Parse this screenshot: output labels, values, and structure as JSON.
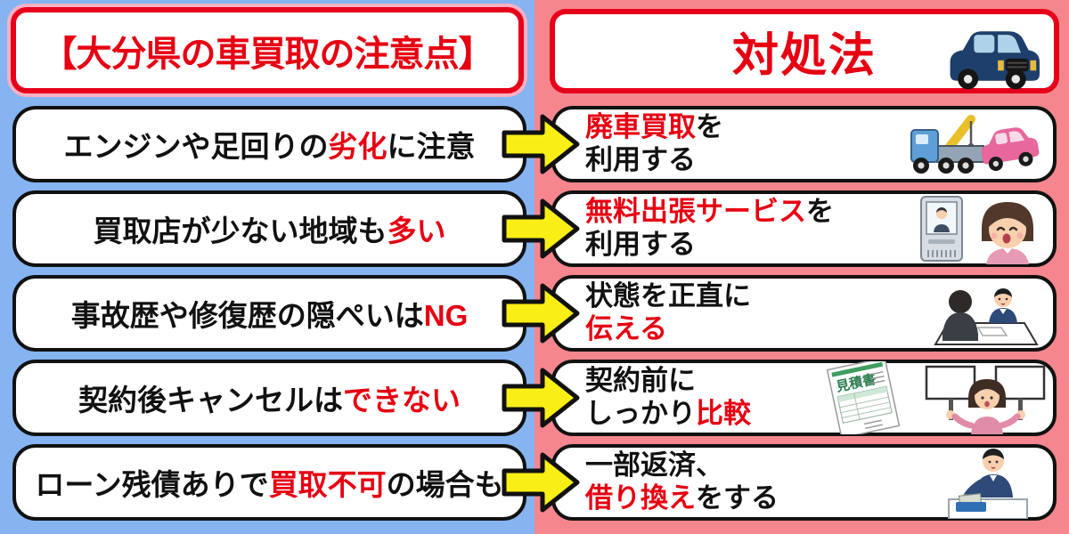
{
  "header_left": {
    "title": "【大分県の車買取の注意点】"
  },
  "header_right": {
    "title": "対処法",
    "icon": "car-icon"
  },
  "colors": {
    "accent_red": "#e60012",
    "bg_left_blue": "#85b4f0",
    "bg_right_pink": "#f5868e",
    "arrow_yellow": "#f9ee15",
    "box_border_black": "#111111",
    "header_border_red": "#e60019",
    "header_glow_pink": "#f9b0c4"
  },
  "rows": [
    {
      "problem": [
        {
          "t": "エンジンや足回りの"
        },
        {
          "t": "劣化",
          "red": true
        },
        {
          "t": "に注意"
        }
      ],
      "solution_line1": [
        {
          "t": "廃車買取",
          "red": true
        },
        {
          "t": "を"
        }
      ],
      "solution_line2": [
        {
          "t": "利用する"
        }
      ],
      "icon": "tow-truck-icon"
    },
    {
      "problem": [
        {
          "t": "買取店が少ない地域も"
        },
        {
          "t": "多い",
          "red": true
        }
      ],
      "solution_line1": [
        {
          "t": "無料出張サービス",
          "red": true
        },
        {
          "t": "を"
        }
      ],
      "solution_line2": [
        {
          "t": "利用する"
        }
      ],
      "icon": "intercom-visit-icon"
    },
    {
      "problem": [
        {
          "t": "事故歴や修復歴の隠ぺいは"
        },
        {
          "t": "NG",
          "red": true
        }
      ],
      "solution_line1": [
        {
          "t": "状態を正直に"
        }
      ],
      "solution_line2": [
        {
          "t": "伝える",
          "red": true
        }
      ],
      "icon": "business-meeting-icon"
    },
    {
      "problem": [
        {
          "t": "契約後キャンセルは"
        },
        {
          "t": "できない",
          "red": true
        }
      ],
      "solution_line1": [
        {
          "t": "契約前に"
        }
      ],
      "solution_line2": [
        {
          "t": "しっかり"
        },
        {
          "t": "比較",
          "red": true
        }
      ],
      "icon": "estimate-comparison-icon",
      "estimate_label": "見積書"
    },
    {
      "problem": [
        {
          "t": "ローン残債ありで"
        },
        {
          "t": "買取不可",
          "red": true
        },
        {
          "t": "の場合も"
        }
      ],
      "solution_line1": [
        {
          "t": "一部返済、"
        }
      ],
      "solution_line2": [
        {
          "t": "借り換え",
          "red": true
        },
        {
          "t": "をする"
        }
      ],
      "icon": "bank-teller-icon"
    }
  ]
}
